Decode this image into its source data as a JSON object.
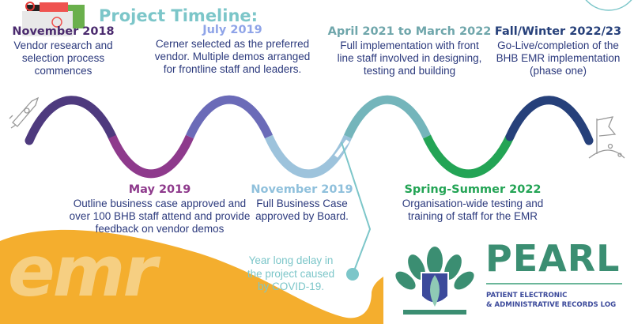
{
  "title": "Project Timeline:",
  "colors": {
    "title": "#7cc6c9",
    "text": "#2c3a7d",
    "orange": "#f4ae2e",
    "pearl": "#3b8e72"
  },
  "milestones_top": [
    {
      "date": "November 2018",
      "color": "#4a2a6e",
      "lines": [
        "Vendor research and",
        "selection process",
        "commences"
      ]
    },
    {
      "date": "July 2019",
      "color": "#8fa4e8",
      "lines": [
        "Cerner selected as the preferred",
        "vendor. Multiple demos arranged",
        "for frontline staff and leaders."
      ]
    },
    {
      "date": "April 2021 to  March 2022",
      "color": "#6fa6ab",
      "lines": [
        "Full implementation with front",
        "line staff involved in designing,",
        "testing and building"
      ]
    },
    {
      "date": "Fall/Winter 2022/23",
      "color": "#26407a",
      "lines": [
        "Go-Live/completion of the",
        "BHB EMR implementation",
        "(phase one)"
      ]
    }
  ],
  "milestones_bottom": [
    {
      "date": "May 2019",
      "color": "#8e3a8c",
      "lines": [
        "Outline business case approved and",
        "over 100 BHB staff attend and provide",
        "feedback on vendor demos"
      ]
    },
    {
      "date": "November 2019",
      "color": "#8fc0dc",
      "lines": [
        "Full Business Case",
        "approved by Board."
      ]
    },
    {
      "date": "Spring-Summer 2022",
      "color": "#23a455",
      "lines": [
        "Organisation-wide testing and",
        "training of staff for the EMR"
      ]
    }
  ],
  "covid_note": [
    "Year long delay in",
    "the project caused",
    "by COVID-19."
  ],
  "wave_colors": [
    "#4e3a7e",
    "#8e3a8c",
    "#6b6bb8",
    "#9dc3dc",
    "#74b5bb",
    "#23a455",
    "#26407a"
  ],
  "watermark": "emr",
  "logo": {
    "name": "PEARL",
    "sub": [
      "PATIENT ELECTRONIC",
      "& ADMINISTRATIVE RECORDS LOG"
    ]
  }
}
